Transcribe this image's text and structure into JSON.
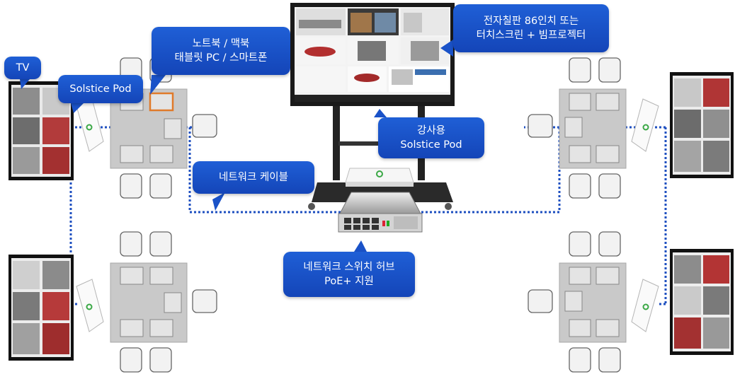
{
  "labels": {
    "tv": "TV",
    "solstice_pod": "Solstice Pod",
    "laptop_line1": "노트북 / 맥북",
    "laptop_line2": "태블릿 PC / 스마트폰",
    "board_line1": "전자칠판 86인치 또는",
    "board_line2": "터치스크린 + 빔프로젝터",
    "instructor_pod_line1": "강사용",
    "instructor_pod_line2": "Solstice Pod",
    "network_cable": "네트워크  케이블",
    "switch_line1": "네트워크 스위치 허브",
    "switch_line2": "PoE+ 지원"
  },
  "colors": {
    "callout_blue": "#1a52c8",
    "cable_blue": "#1e4fc0",
    "table_gray": "#c9c9c9",
    "device_highlight": "#e07a2a"
  }
}
